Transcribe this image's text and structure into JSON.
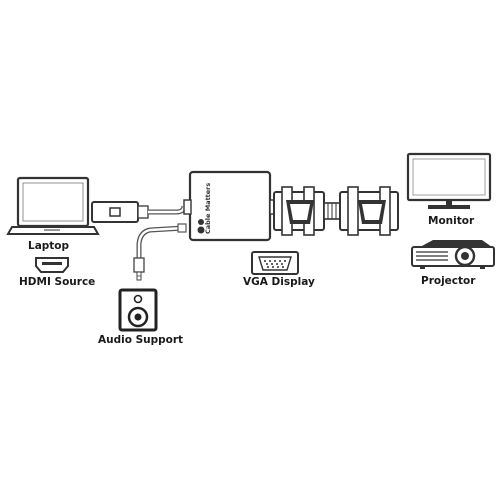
{
  "labels": {
    "laptop": "Laptop",
    "hdmi_source": "HDMI Source",
    "audio_support": "Audio Support",
    "vga_display": "VGA Display",
    "monitor": "Monitor",
    "projector": "Projector",
    "brand": "Cable Matters"
  },
  "colors": {
    "outline": "#3a3a3a",
    "dark": "#2b2b2b",
    "light_fill": "#ffffff",
    "cable": "#7a7a7a"
  },
  "icons": {
    "laptop": "laptop-icon",
    "hdmi_port": "hdmi-port-icon",
    "speaker": "speaker-icon",
    "vga_port": "vga-port-icon",
    "monitor": "monitor-icon",
    "projector": "projector-icon",
    "adapter": "adapter-box",
    "brand_logo": "cable-matters-logo"
  }
}
